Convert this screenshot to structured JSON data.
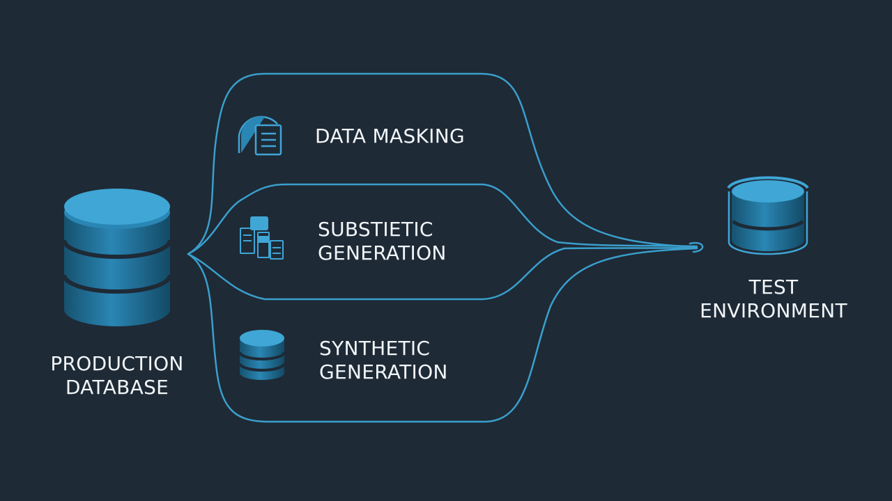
{
  "colors": {
    "background": "#1e2a36",
    "line": "#3a9fcc",
    "cylinder_top": "#3fa6d6",
    "cylinder_body": "#1f6e96",
    "text": "#f2f6f9"
  },
  "source": {
    "label_line1": "PRODUCTION",
    "label_line2": "DATABASE",
    "icon": "database-icon"
  },
  "target": {
    "label_line1": "TEST",
    "label_line2": "ENVIRONMENT",
    "icon": "database-icon"
  },
  "paths": [
    {
      "label_line1": "DATA MASKING",
      "label_line2": "",
      "icon": "masking-icon"
    },
    {
      "label_line1": "SUBSTIETIC",
      "label_line2": "GENERATION",
      "icon": "data-blocks-icon"
    },
    {
      "label_line1": "SYNTHETIC",
      "label_line2": "GENERATION",
      "icon": "database-icon"
    }
  ]
}
